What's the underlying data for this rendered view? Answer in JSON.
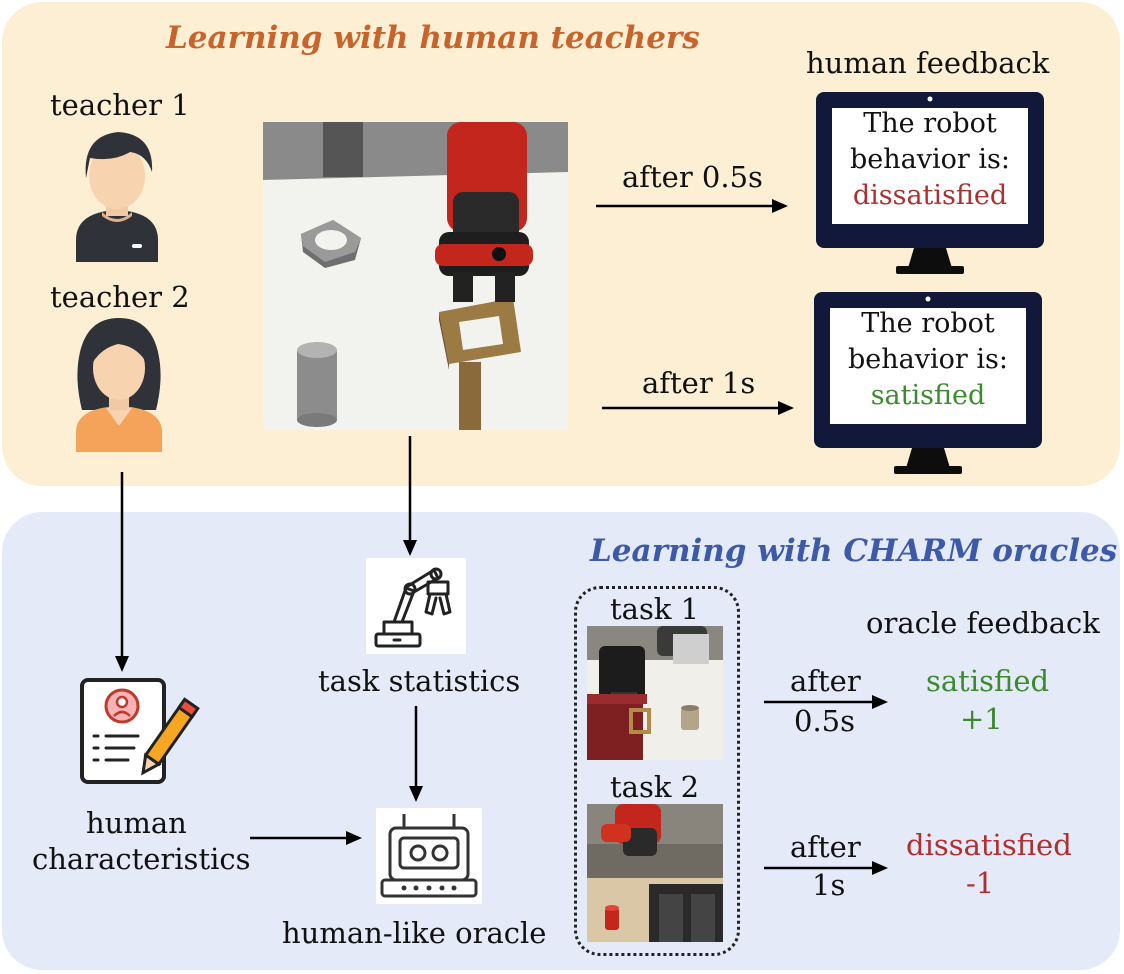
{
  "top_panel": {
    "title": "Learning with human teachers",
    "title_color": "#c9632c",
    "teacher1_label": "teacher 1",
    "teacher2_label": "teacher 2",
    "human_feedback_label": "human feedback",
    "arrow1_label": "after 0.5s",
    "arrow2_label": "after 1s",
    "monitor1": {
      "line1": "The robot",
      "line2": "behavior is:",
      "result": "dissatisfied"
    },
    "monitor2": {
      "line1": "The robot",
      "line2": "behavior is:",
      "result": "satisfied"
    }
  },
  "bottom_panel": {
    "title": "Learning with CHARM oracles",
    "title_color": "#3d5aa8",
    "task_statistics_label": "task statistics",
    "human_characteristics_line1": "human",
    "human_characteristics_line2": "characteristics",
    "oracle_label": "human-like oracle",
    "task1_label": "task 1",
    "task2_label": "task 2",
    "oracle_feedback_label": "oracle feedback",
    "task1_arrow_top": "after",
    "task1_arrow_bottom": "0.5s",
    "task2_arrow_top": "after",
    "task2_arrow_bottom": "1s",
    "task1_result": "satisfied",
    "task1_reward": "+1",
    "task2_result": "dissatisfied",
    "task2_reward": "-1"
  },
  "colors": {
    "satisfied": "#3c8a2f",
    "dissatisfied": "#b02e2e"
  }
}
